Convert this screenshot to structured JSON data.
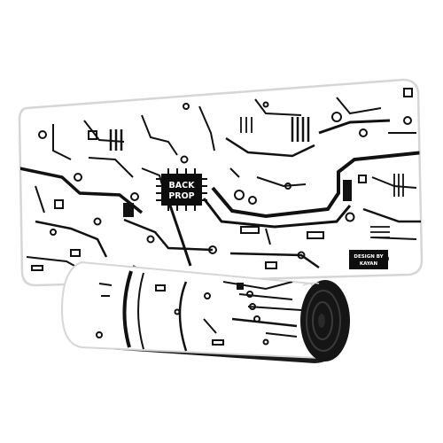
{
  "product": {
    "logo_line1": "BACK",
    "logo_line2": "PROP",
    "tag_line1": "DESIGN BY",
    "tag_line2": "KAYAN"
  },
  "colors": {
    "background": "#ffffff",
    "mat_surface": "#ffffff",
    "circuit_ink": "#111111",
    "mat_base": "#1a1a1a",
    "stitched_edge": "#d6d6d6"
  }
}
